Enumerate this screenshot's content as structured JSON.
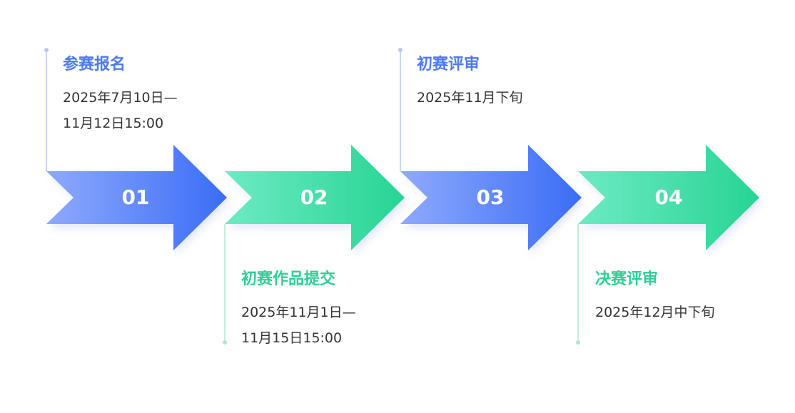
{
  "colors": {
    "blue_light": "#8faafc",
    "blue_dark": "#3a6cf6",
    "green_light": "#6eeac3",
    "green_dark": "#27d494",
    "blue_text": "#4d79f2",
    "green_text": "#2ecf94",
    "blue_line": "#b5c8f7",
    "green_line": "#a8ead2"
  },
  "steps": [
    {
      "number": "01",
      "title": "参赛报名",
      "date_line1": "2025年7月10日—",
      "date_line2": "11月12日15:00"
    },
    {
      "number": "02",
      "title": "初赛作品提交",
      "date_line1": "2025年11月1日—",
      "date_line2": "11月15日15:00"
    },
    {
      "number": "03",
      "title": "初赛评审",
      "date_line1": "2025年11月下旬",
      "date_line2": ""
    },
    {
      "number": "04",
      "title": "决赛评审",
      "date_line1": "2025年12月中下旬",
      "date_line2": ""
    }
  ]
}
